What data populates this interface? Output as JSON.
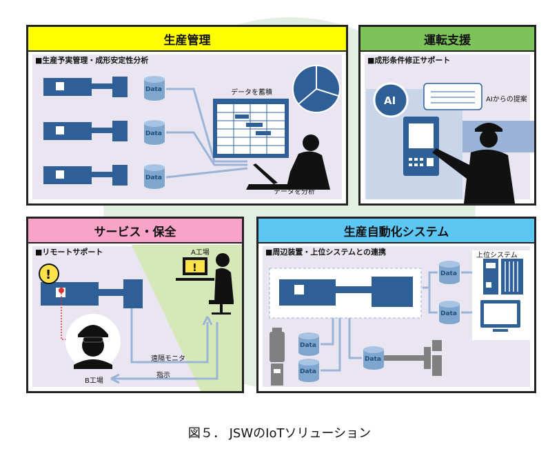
{
  "panels": {
    "production_management": {
      "title": "生産管理",
      "subtitle": "■生産予実管理・成形安定性分析",
      "db_label": "Data",
      "accumulate_label": "データを蓄積",
      "analyze_label": "データを分析",
      "title_color": "#ffff00"
    },
    "operation_support": {
      "title": "運転支援",
      "subtitle": "■成形条件修正サポート",
      "ai_badge": "AI",
      "ai_proposal_label": "AIからの提案",
      "title_color": "#7cc35a"
    },
    "service_maintenance": {
      "title": "サービス・保全",
      "subtitle": "■リモートサポート",
      "factory_a": "A工場",
      "factory_b": "B工場",
      "remote_monitor": "遠隔モニタ",
      "instruction": "指示",
      "alert_symbol": "!",
      "title_color": "#f9a3c8"
    },
    "automation": {
      "title": "生産自動化システム",
      "subtitle": "■周辺装置・上位システムとの連携",
      "upper_system": "上位システム",
      "db_label": "Data",
      "title_color": "#5bc7f2"
    }
  },
  "caption": "図５．  JSWのIoTソリューション",
  "colors": {
    "machine": "#2e5f96",
    "db": "#7fa6cf",
    "arrow": "#9bb3d6",
    "panel_bg": "#e9e6f1"
  }
}
